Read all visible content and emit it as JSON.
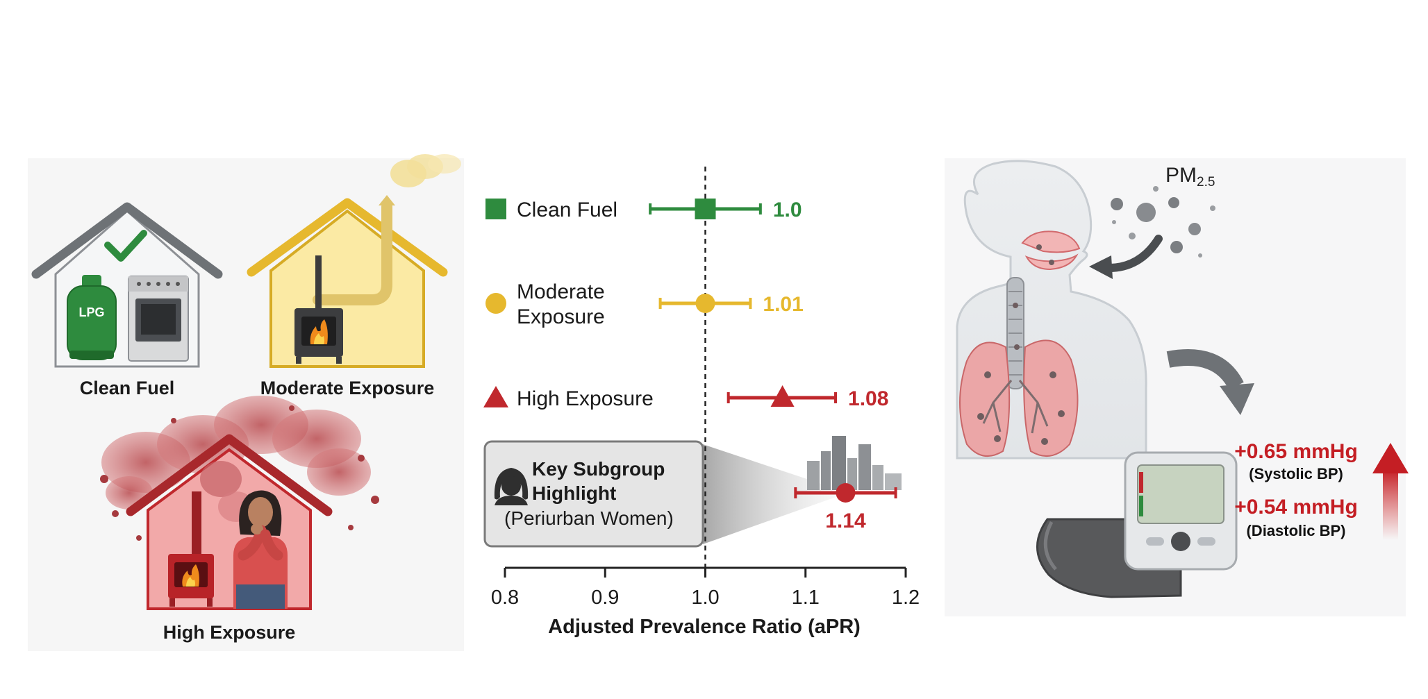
{
  "houses": {
    "clean": {
      "label": "Clean Fuel",
      "cylinder_label": "LPG"
    },
    "moderate": {
      "label": "Moderate Exposure"
    },
    "high": {
      "label": "High Exposure"
    }
  },
  "chart_data": {
    "type": "forest",
    "xlabel": "Adjusted Prevalence Ratio (aPR)",
    "xlim": [
      0.8,
      1.2
    ],
    "ticks": [
      "0.8",
      "0.9",
      "1.0",
      "1.1",
      "1.2"
    ],
    "reference_line": 1.0,
    "series": [
      {
        "name": "Clean Fuel",
        "lines": [
          "Clean Fuel"
        ],
        "value": 1.0,
        "lower": 0.945,
        "upper": 1.055,
        "label": "1.0",
        "color": "#2e8b3e",
        "marker": "square"
      },
      {
        "name": "Moderate Exposure",
        "lines": [
          "Moderate",
          "Exposure"
        ],
        "value": 1.0,
        "lower": 0.955,
        "upper": 1.045,
        "label": "1.01",
        "color": "#e6b82e",
        "marker": "circle"
      },
      {
        "name": "High Exposure",
        "lines": [
          "High Exposure"
        ],
        "value": 1.077,
        "lower": 1.023,
        "upper": 1.13,
        "label": "1.08",
        "color": "#c0282d",
        "marker": "triangle"
      },
      {
        "name": "Periurban Women",
        "lines": [],
        "value": 1.14,
        "lower": 1.09,
        "upper": 1.19,
        "label": "1.14",
        "color": "#c0282d",
        "marker": "circle"
      }
    ],
    "highlight": {
      "title_line1": "Key Subgroup",
      "title_line2": "Highlight",
      "subtitle": "(Periurban Women)"
    }
  },
  "physiology": {
    "pm_prefix": "PM",
    "pm_subscript": "2.5",
    "systolic_value": "+0.65 mmHg",
    "systolic_label": "(Systolic BP)",
    "diastolic_value": "+0.54 mmHg",
    "diastolic_label": "(Diastolic BP)"
  },
  "colors": {
    "clean": "#2e8b3e",
    "moderate": "#e6b82e",
    "high": "#c0282d"
  }
}
